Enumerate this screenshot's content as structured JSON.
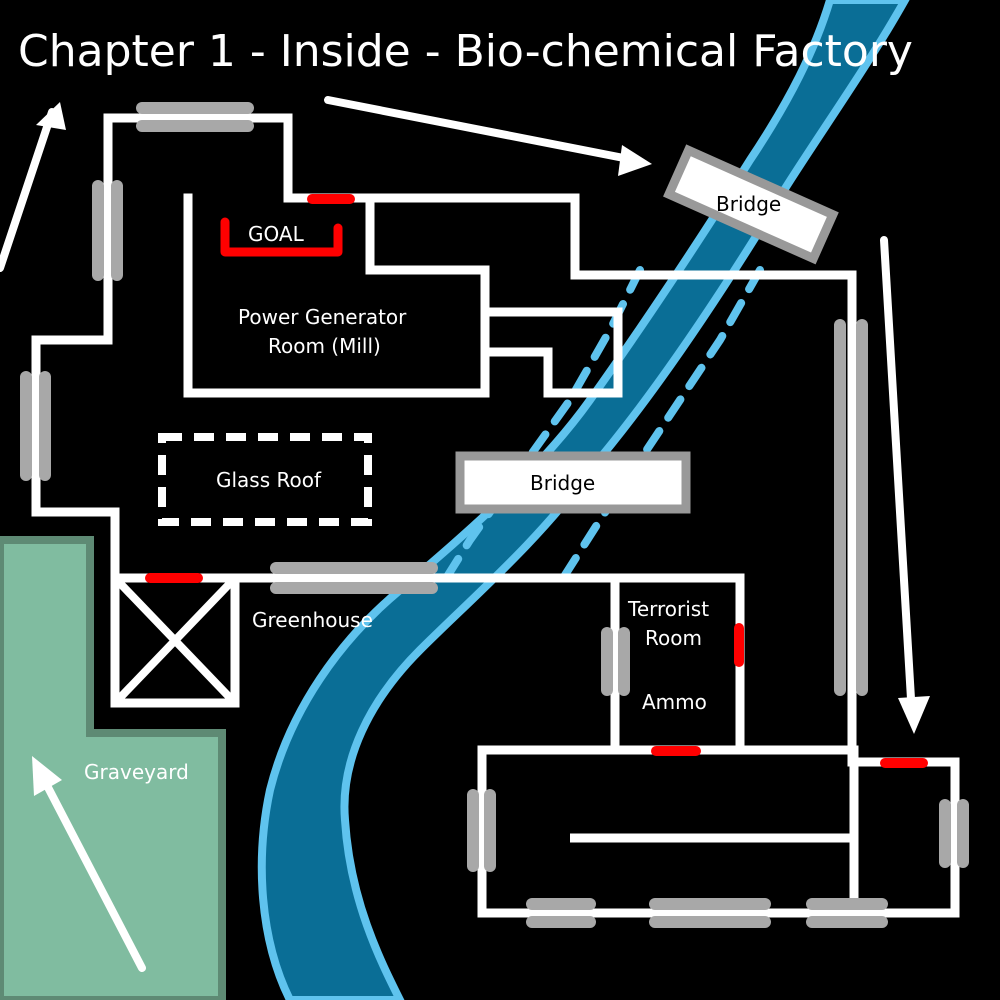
{
  "title": "Chapter 1 - Inside - Bio-chemical Factory",
  "labels": {
    "goal": "GOAL",
    "power_room_line1": "Power Generator",
    "power_room_line2": "Room (Mill)",
    "glass_roof": "Glass Roof",
    "bridge_top": "Bridge",
    "bridge_middle": "Bridge",
    "greenhouse": "Greenhouse",
    "terrorist_line1": "Terrorist",
    "terrorist_line2": "Room",
    "ammo": "Ammo",
    "graveyard": "Graveyard"
  },
  "colors": {
    "background": "#000000",
    "wall": "#ffffff",
    "window": "#a8a8a8",
    "door": "#ff0000",
    "river": "#0a6e96",
    "river_edge": "#5fc3ee",
    "graveyard": "#80bca0",
    "graveyard_edge": "#5e8a74"
  },
  "icons": [
    "arrow-up-left",
    "arrow-right",
    "arrow-down",
    "arrow-up-graveyard",
    "greenhouse-cross"
  ]
}
